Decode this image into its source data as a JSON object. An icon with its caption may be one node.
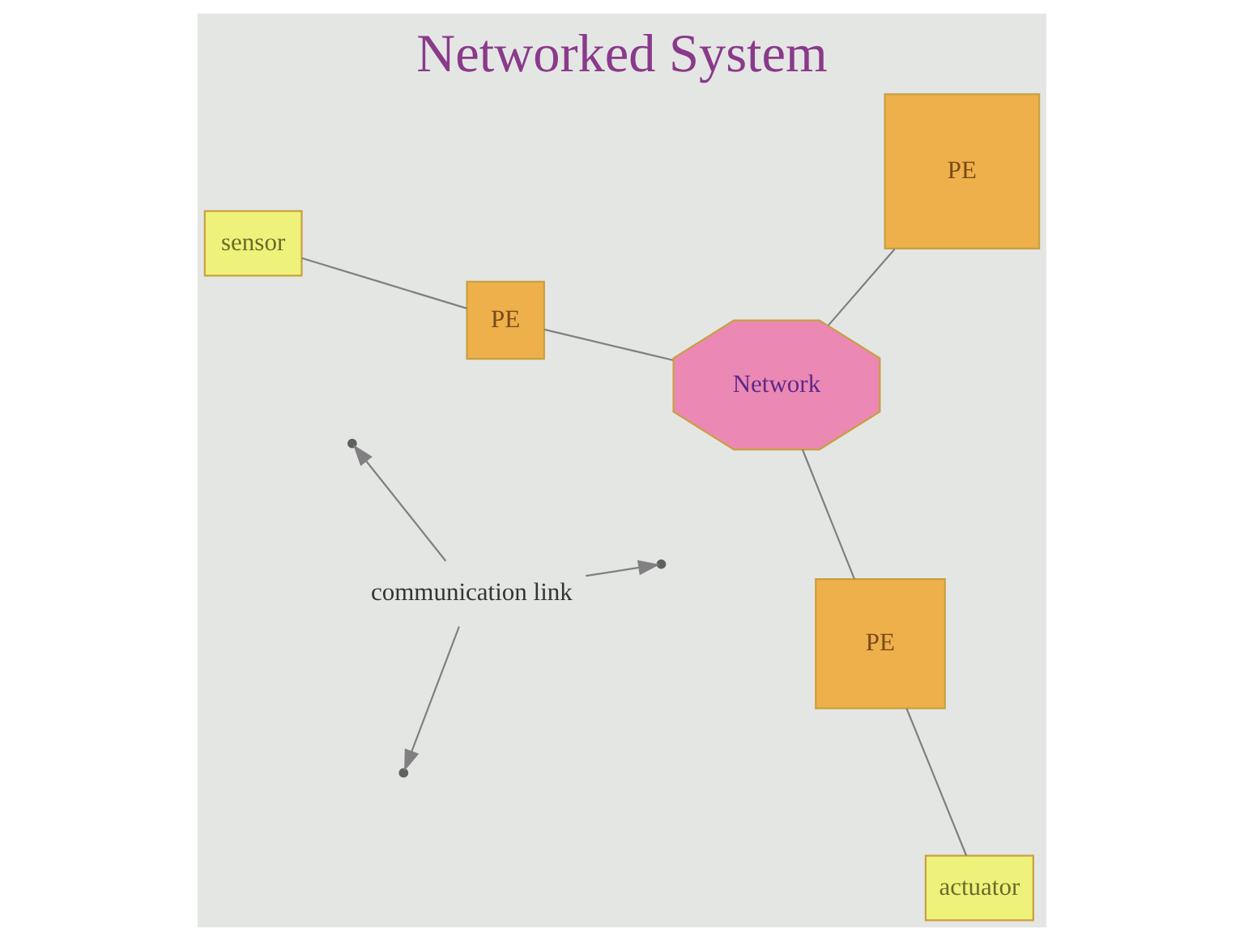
{
  "diagram": {
    "title": "Networked System",
    "nodes": [
      {
        "text": [
          "actuator"
        ]
      },
      {
        "text": [
          "PE"
        ]
      },
      {
        "text": [
          "PE"
        ]
      },
      {
        "text": [
          "sensor"
        ]
      },
      {
        "text": [
          "Network"
        ]
      },
      {
        "text": [
          "communication link"
        ]
      },
      {
        "text": [
          "PE"
        ]
      }
    ],
    "edges": [
      {
        "from": 0,
        "to": 1,
        "arrow": "none"
      },
      {
        "from": 3,
        "to": 2,
        "arrow": "none"
      },
      {
        "from": 1,
        "to": 4,
        "arrow": "none"
      },
      {
        "from": 2,
        "to": 4,
        "arrow": "none"
      },
      {
        "from": 4,
        "to": 6,
        "arrow": "none"
      },
      {
        "from": 5,
        "to": null,
        "arrow": "to"
      },
      {
        "from": 5,
        "to": null,
        "arrow": "to"
      },
      {
        "from": 5,
        "to": null,
        "arrow": "to"
      }
    ]
  }
}
